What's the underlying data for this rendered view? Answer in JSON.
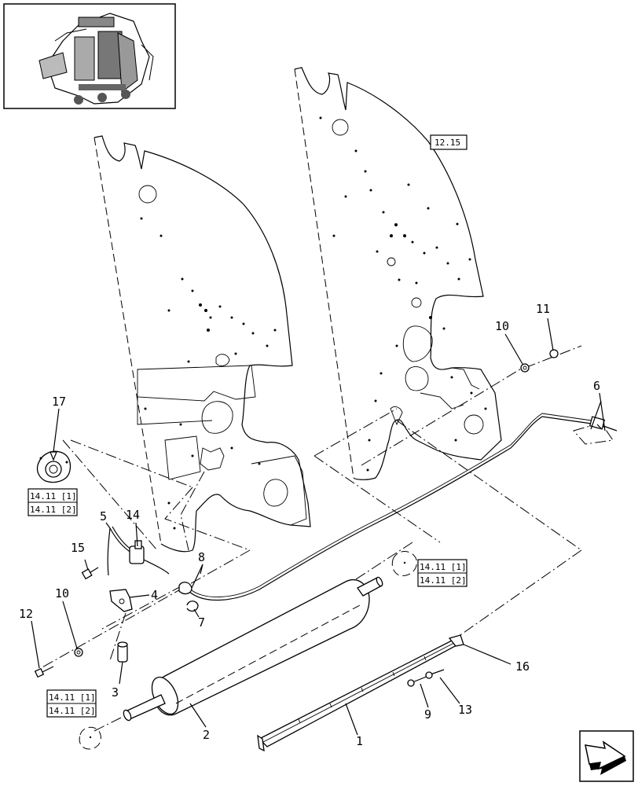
{
  "callouts": {
    "c1": "1",
    "c2": "2",
    "c3": "3",
    "c4": "4",
    "c5": "5",
    "c6": "6",
    "c7": "7",
    "c8": "8",
    "c9": "9",
    "c10a": "10",
    "c10b": "10",
    "c11": "11",
    "c12": "12",
    "c13": "13",
    "c14": "14",
    "c15": "15",
    "c16": "16",
    "c17": "17"
  },
  "references": {
    "r_12_15": "12.15",
    "r_left_1": "14.11 [1]",
    "r_left_2": "14.11 [2]",
    "r_mid_1": "14.11 [1]",
    "r_mid_2": "14.11 [2]",
    "r_bot_1": "14.11 [1]",
    "r_bot_2": "14.11 [2]"
  },
  "icons": {
    "thumbnail": "baler-overview-icon",
    "nav": "next-page-arrow-icon"
  }
}
